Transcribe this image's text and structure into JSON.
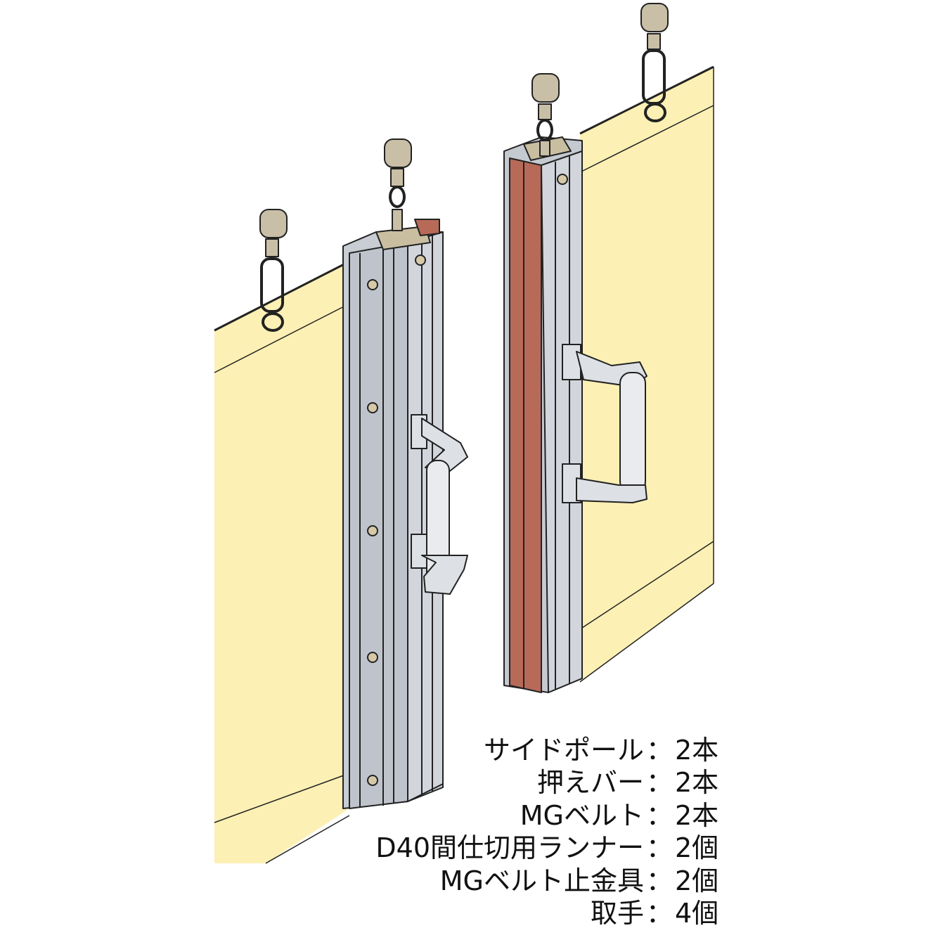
{
  "colors": {
    "curtain": "#fcf0b4",
    "pole": "#c5c9d0",
    "belt": "#b86a58",
    "hardware": "#c8bfa6"
  },
  "parts": [
    {
      "name": "サイドポール",
      "sep": "：",
      "qty": "2本"
    },
    {
      "name": "押えバー",
      "sep": "：",
      "qty": "2本"
    },
    {
      "name": "MGベルト",
      "sep": "：",
      "qty": "2本"
    },
    {
      "name": "D40間仕切用ランナー",
      "sep": "：",
      "qty": "2個"
    },
    {
      "name": "MGベルト止金具",
      "sep": "：",
      "qty": "2個"
    },
    {
      "name": "取手",
      "sep": "：",
      "qty": "4個"
    }
  ]
}
